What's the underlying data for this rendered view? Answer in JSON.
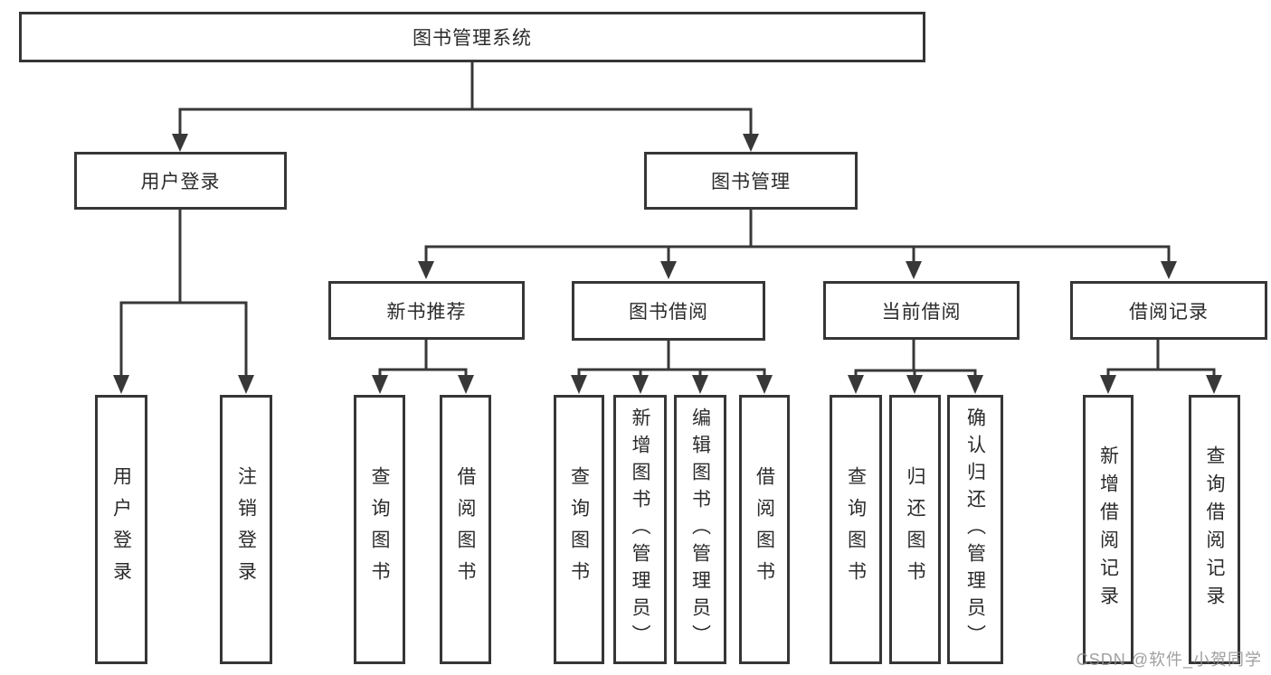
{
  "diagram": {
    "title": "图书管理系统",
    "watermark": "CSDN @软件_小贺同学",
    "colors": {
      "line": "#383838",
      "box_border": "#363636",
      "text": "#2b2b2b",
      "background": "#ffffff",
      "watermark": "#8f8f8f"
    },
    "tree": {
      "label": "图书管理系统",
      "children": [
        {
          "label": "用户登录",
          "children": [
            {
              "label": "用户登录"
            },
            {
              "label": "注销登录"
            }
          ]
        },
        {
          "label": "图书管理",
          "children": [
            {
              "label": "新书推荐",
              "children": [
                {
                  "label": "查询图书"
                },
                {
                  "label": "借阅图书"
                }
              ]
            },
            {
              "label": "图书借阅",
              "children": [
                {
                  "label": "查询图书"
                },
                {
                  "label": "新增图书（管理员）"
                },
                {
                  "label": "编辑图书（管理员）"
                },
                {
                  "label": "借阅图书"
                }
              ]
            },
            {
              "label": "当前借阅",
              "children": [
                {
                  "label": "查询图书"
                },
                {
                  "label": "归还图书"
                },
                {
                  "label": "确认归还（管理员）"
                }
              ]
            },
            {
              "label": "借阅记录",
              "children": [
                {
                  "label": "新增借阅记录"
                },
                {
                  "label": "查询借阅记录"
                }
              ]
            }
          ]
        }
      ]
    }
  }
}
